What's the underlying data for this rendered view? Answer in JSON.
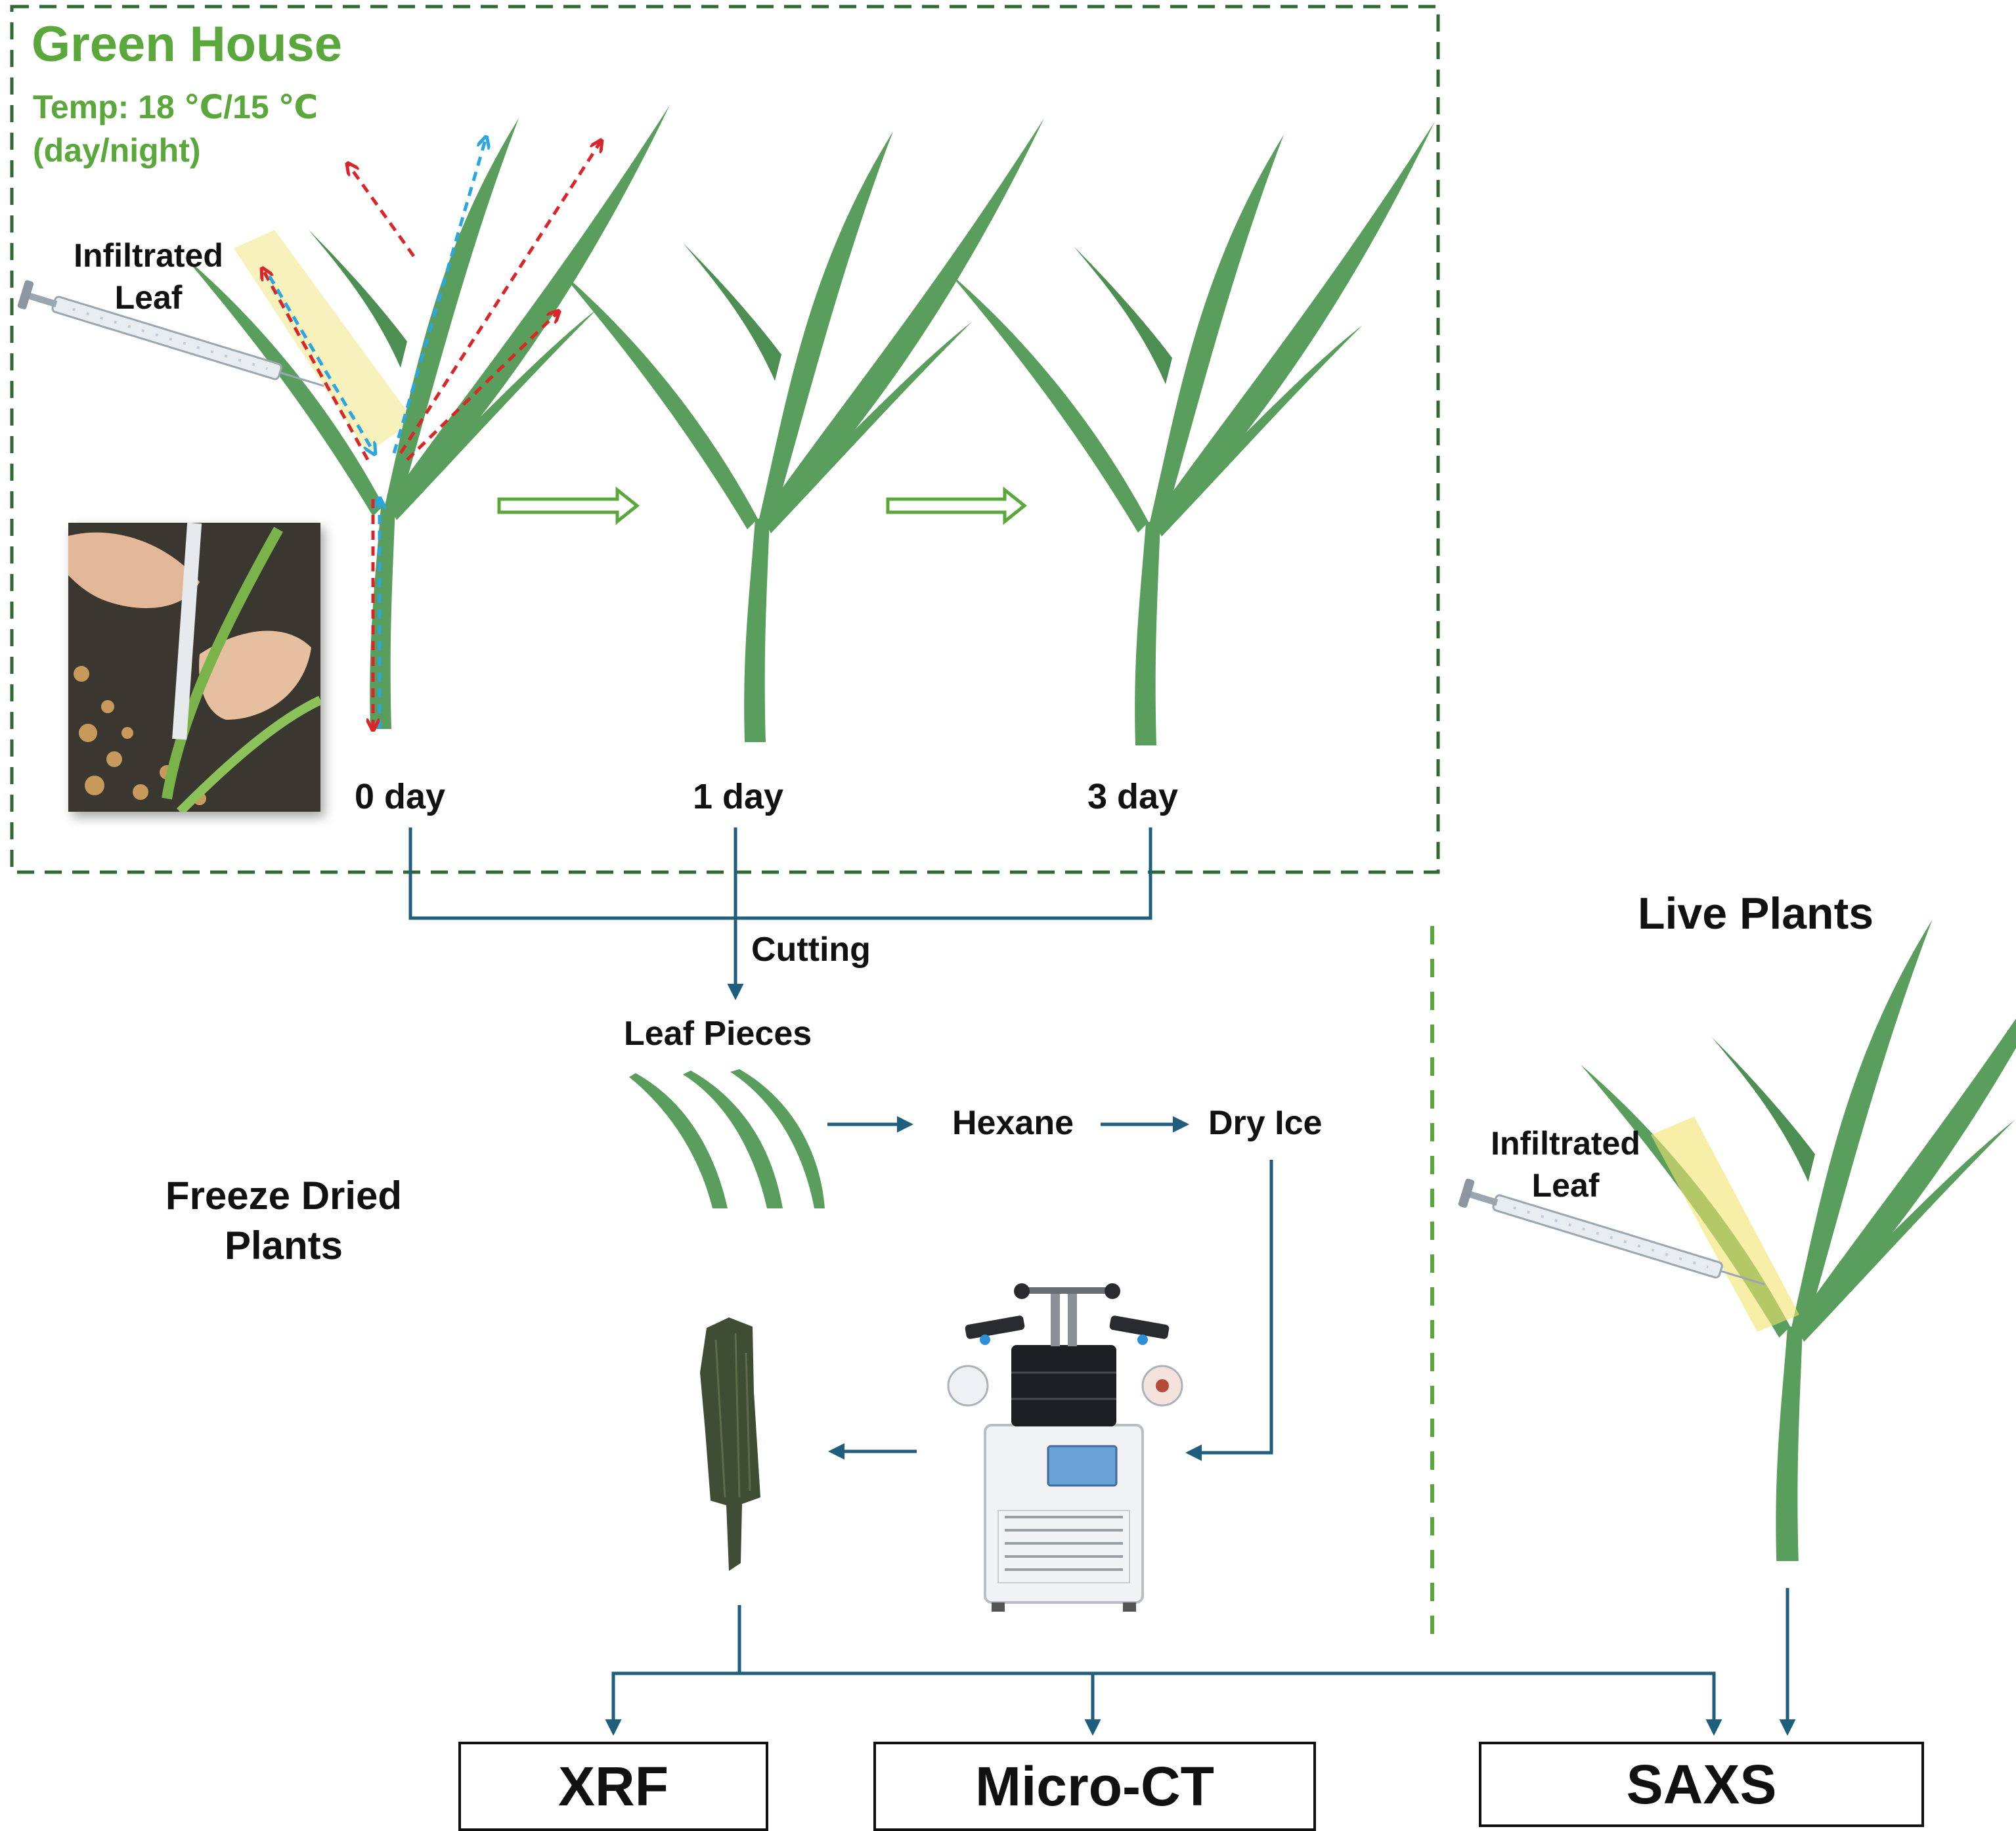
{
  "greenhouse": {
    "title": "Green House",
    "temp_line1": "Temp: 18 ℃/15 ℃",
    "temp_line2": "(day/night)",
    "infiltrated_line1": "Infiltrated",
    "infiltrated_line2": "Leaf",
    "days": [
      "0 day",
      "1 day",
      "3 day"
    ]
  },
  "process": {
    "cutting": "Cutting",
    "leaf_pieces": "Leaf Pieces",
    "hexane": "Hexane",
    "dry_ice": "Dry Ice"
  },
  "freeze_dried": {
    "line1": "Freeze Dried",
    "line2": "Plants"
  },
  "live_plants": {
    "title": "Live Plants",
    "infiltrated_line1": "Infiltrated",
    "infiltrated_line2": "Leaf"
  },
  "techniques": [
    "XRF",
    "Micro-CT",
    "SAXS"
  ],
  "colors": {
    "plant_green": "#5a9e5e",
    "title_green": "#5aa83b",
    "frame_green": "#2f6a33",
    "flow_blue": "#1f5e7d",
    "arrow_red": "#d9262b",
    "arrow_blue": "#2aa6e0",
    "highlight_yellow": "#f6efb0"
  }
}
